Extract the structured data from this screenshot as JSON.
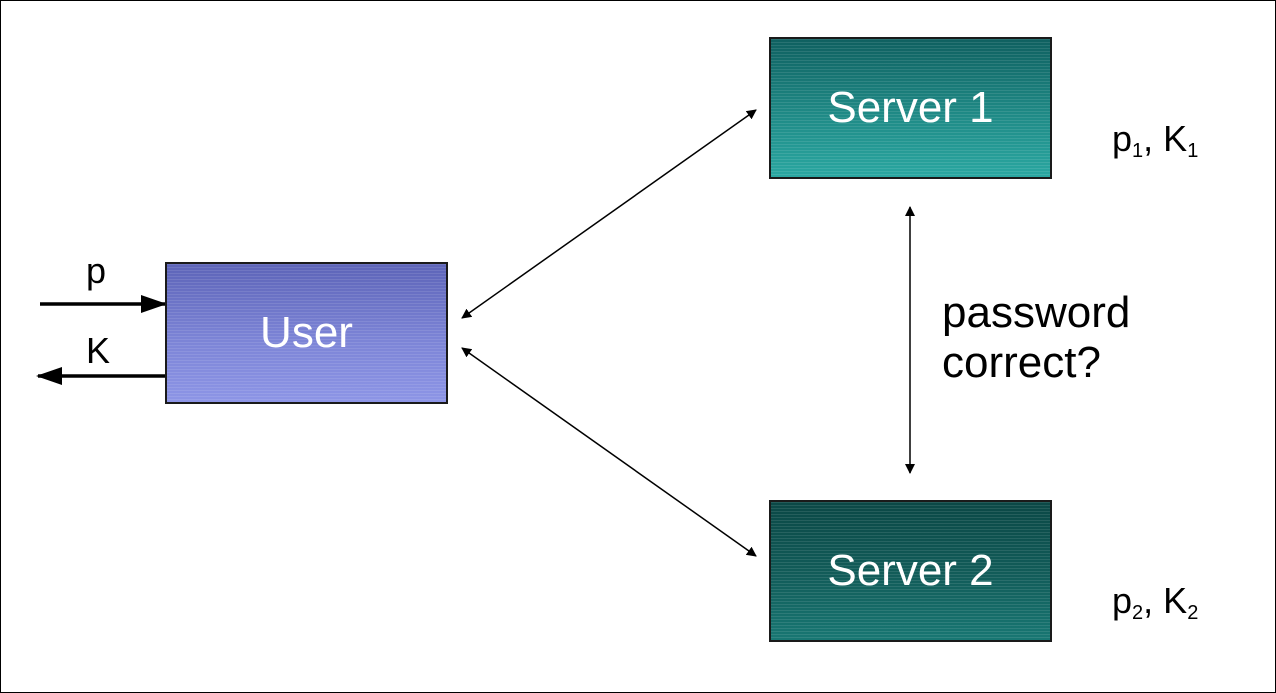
{
  "nodes": {
    "user": {
      "label": "User"
    },
    "server1": {
      "label": "Server 1",
      "keys": {
        "p": "p",
        "p_sub": "1",
        "sep": ", ",
        "k": "K",
        "k_sub": "1"
      }
    },
    "server2": {
      "label": "Server 2",
      "keys": {
        "p": "p",
        "p_sub": "2",
        "sep": ", ",
        "k": "K",
        "k_sub": "2"
      }
    }
  },
  "io": {
    "input_label": "p",
    "output_label": "K"
  },
  "question": {
    "line1": "password",
    "line2": "correct?"
  },
  "colors": {
    "user": "#7c84d6",
    "server1": "#1f8a86",
    "server2": "#125d5a",
    "arrow": "#000000"
  },
  "edges": [
    {
      "from": "user",
      "to": "server1",
      "directed": "both"
    },
    {
      "from": "user",
      "to": "server2",
      "directed": "both"
    },
    {
      "from": "server1",
      "to": "server2",
      "directed": "both"
    },
    {
      "from": "input",
      "to": "user",
      "directed": "one-way"
    },
    {
      "from": "user",
      "to": "output",
      "directed": "one-way"
    }
  ]
}
